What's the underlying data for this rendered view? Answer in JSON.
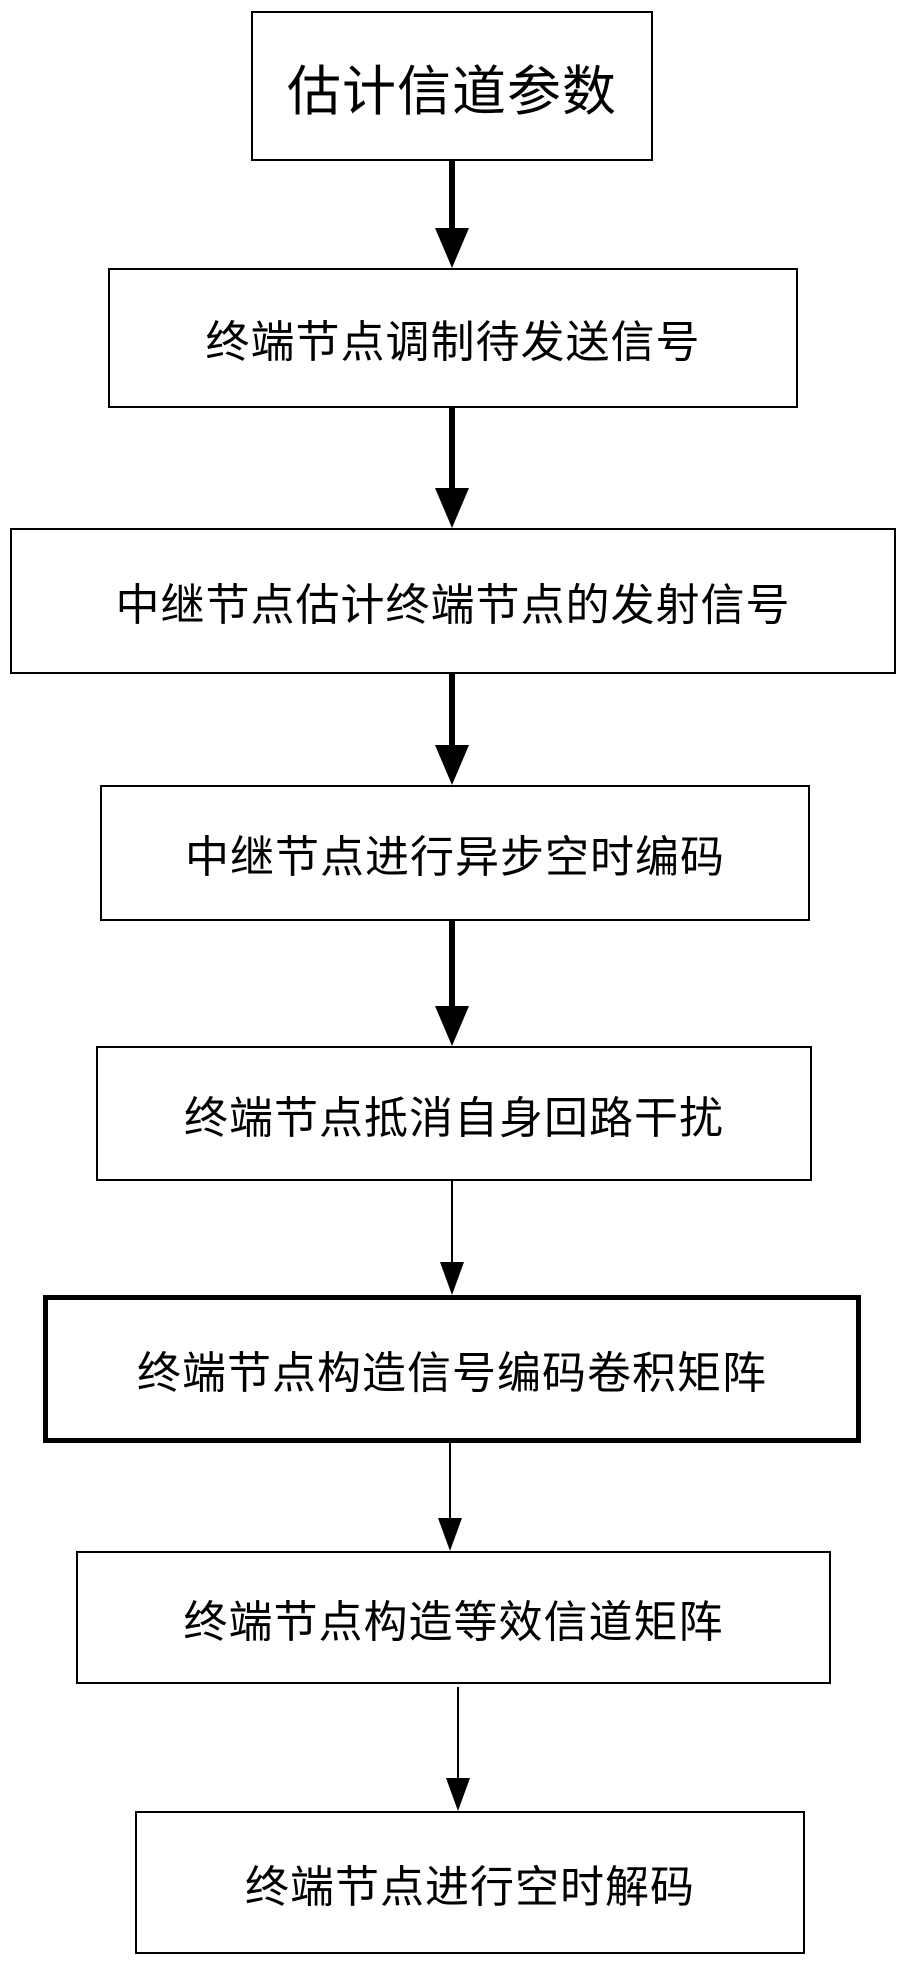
{
  "diagram": {
    "type": "flowchart",
    "direction": "top-to-bottom",
    "steps": [
      {
        "id": "step-1",
        "label": "估计信道参数"
      },
      {
        "id": "step-2",
        "label": "终端节点调制待发送信号"
      },
      {
        "id": "step-3",
        "label": "中继节点估计终端节点的发射信号"
      },
      {
        "id": "step-4",
        "label": "中继节点进行异步空时编码"
      },
      {
        "id": "step-5",
        "label": "终端节点抵消自身回路干扰"
      },
      {
        "id": "step-6",
        "label": "终端节点构造信号编码卷积矩阵"
      },
      {
        "id": "step-7",
        "label": "终端节点构造等效信道矩阵"
      },
      {
        "id": "step-8",
        "label": "终端节点进行空时解码"
      }
    ],
    "edges": [
      {
        "from": "step-1",
        "to": "step-2"
      },
      {
        "from": "step-2",
        "to": "step-3"
      },
      {
        "from": "step-3",
        "to": "step-4"
      },
      {
        "from": "step-4",
        "to": "step-5"
      },
      {
        "from": "step-5",
        "to": "step-6"
      },
      {
        "from": "step-6",
        "to": "step-7"
      },
      {
        "from": "step-7",
        "to": "step-8"
      }
    ]
  }
}
